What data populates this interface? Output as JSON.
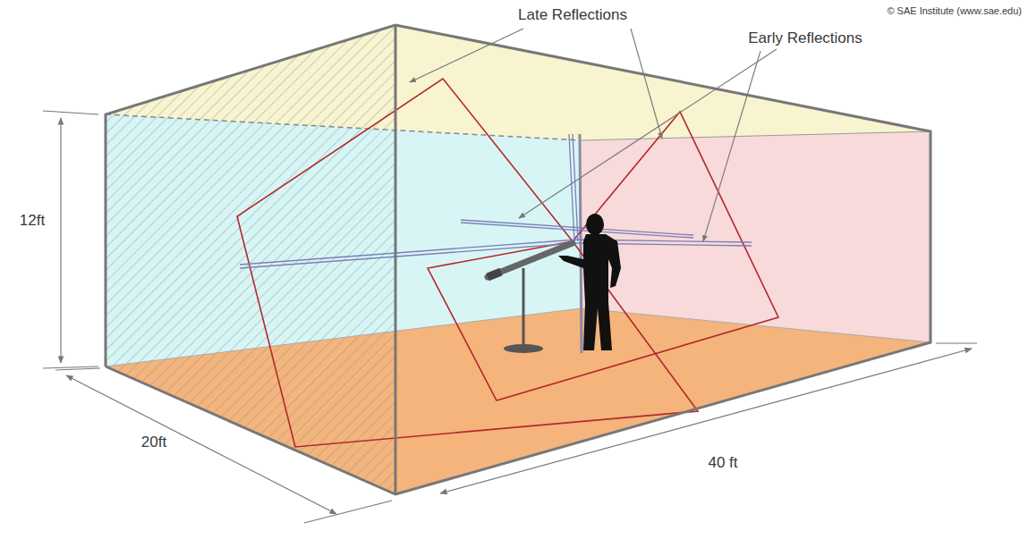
{
  "diagram": {
    "labels": [
      "Late Reflections",
      "Early Reflections",
      "© SAE Institute (www.sae.edu)",
      "12ft",
      "20ft",
      "40 ft"
    ]
  }
}
